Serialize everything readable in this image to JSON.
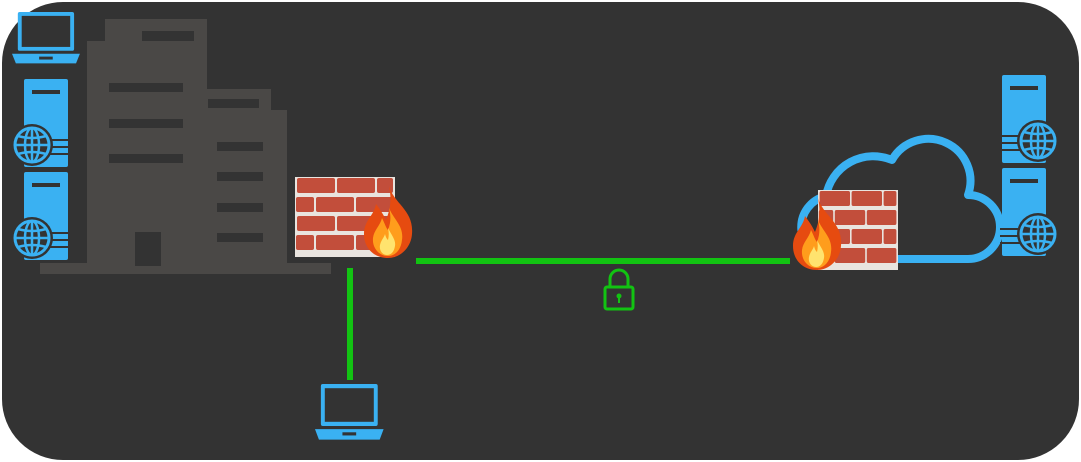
{
  "diagram": {
    "background": "#333333",
    "frame_border": "#ffffff",
    "node_color": "#3ab1f2",
    "building_color": "#4a4846",
    "link_color": "#12c312",
    "brick_color": "#c24e3b",
    "mortar_color": "#e9e4df",
    "flame_outer": "#e64b10",
    "flame_mid": "#ff9d1c",
    "flame_inner": "#ffe36e"
  },
  "nodes": [
    {
      "id": "office-building",
      "type": "building",
      "icon": "office-building-icon"
    },
    {
      "id": "site-laptop",
      "type": "laptop",
      "icon": "laptop-icon"
    },
    {
      "id": "site-web-server-1",
      "type": "web-server",
      "icon": "web-server-icon"
    },
    {
      "id": "site-web-server-2",
      "type": "web-server",
      "icon": "web-server-icon"
    },
    {
      "id": "site-firewall",
      "type": "firewall",
      "icon": "firewall-icon"
    },
    {
      "id": "remote-laptop",
      "type": "laptop",
      "icon": "laptop-icon"
    },
    {
      "id": "cloud-firewall",
      "type": "firewall",
      "icon": "firewall-icon"
    },
    {
      "id": "cloud",
      "type": "cloud",
      "icon": "cloud-icon"
    },
    {
      "id": "cloud-web-server-1",
      "type": "web-server",
      "icon": "web-server-icon"
    },
    {
      "id": "cloud-web-server-2",
      "type": "web-server",
      "icon": "web-server-icon"
    }
  ],
  "links": [
    {
      "from": "site-firewall",
      "to": "cloud-firewall",
      "secure": true,
      "icon": "padlock-icon"
    },
    {
      "from": "site-firewall",
      "to": "remote-laptop",
      "secure": false
    }
  ]
}
